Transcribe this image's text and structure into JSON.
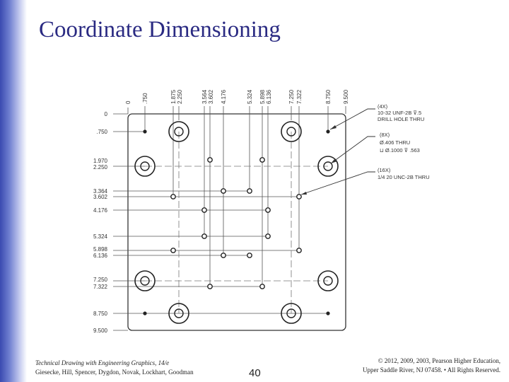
{
  "slide": {
    "title": "Coordinate Dimensioning",
    "page_number": "40"
  },
  "footer": {
    "book_title": "Technical Drawing with Engineering Graphics, 14/e",
    "authors": "Giesecke, Hill, Spencer, Dygdon, Novak, Lockhart, Goodman",
    "copyright_line1": "© 2012, 2009, 2003, Pearson Higher Education,",
    "copyright_line2": "Upper Saddle River, NJ 07458. • All Rights Reserved."
  },
  "drawing": {
    "x_dimensions": [
      "0",
      ".750",
      "1.875",
      "2.250",
      "3.564",
      "3.602",
      "4.176",
      "5.324",
      "5.898",
      "6.136",
      "7.250",
      "7.322",
      "8.750",
      "9.500"
    ],
    "y_dimensions": [
      "0",
      ".750",
      "1.970",
      "2.250",
      "3.364",
      "3.602",
      "4.176",
      "5.324",
      "5.898",
      "6.136",
      "7.250",
      "7.322",
      "8.750",
      "9.500"
    ],
    "callouts": [
      {
        "lines": [
          "(4X)",
          "10-32 UNF-2B ⊽.5",
          "DRILL HOLE THRU"
        ]
      },
      {
        "lines": [
          "(8X)",
          "Ø.406 THRU",
          "⊔ Ø.1000 ⊽ .563"
        ]
      },
      {
        "lines": [
          "(16X)",
          "1/4 20 UNC-2B THRU"
        ]
      }
    ],
    "colors": {
      "line": "#333333",
      "hole_fill": "#222222"
    }
  }
}
